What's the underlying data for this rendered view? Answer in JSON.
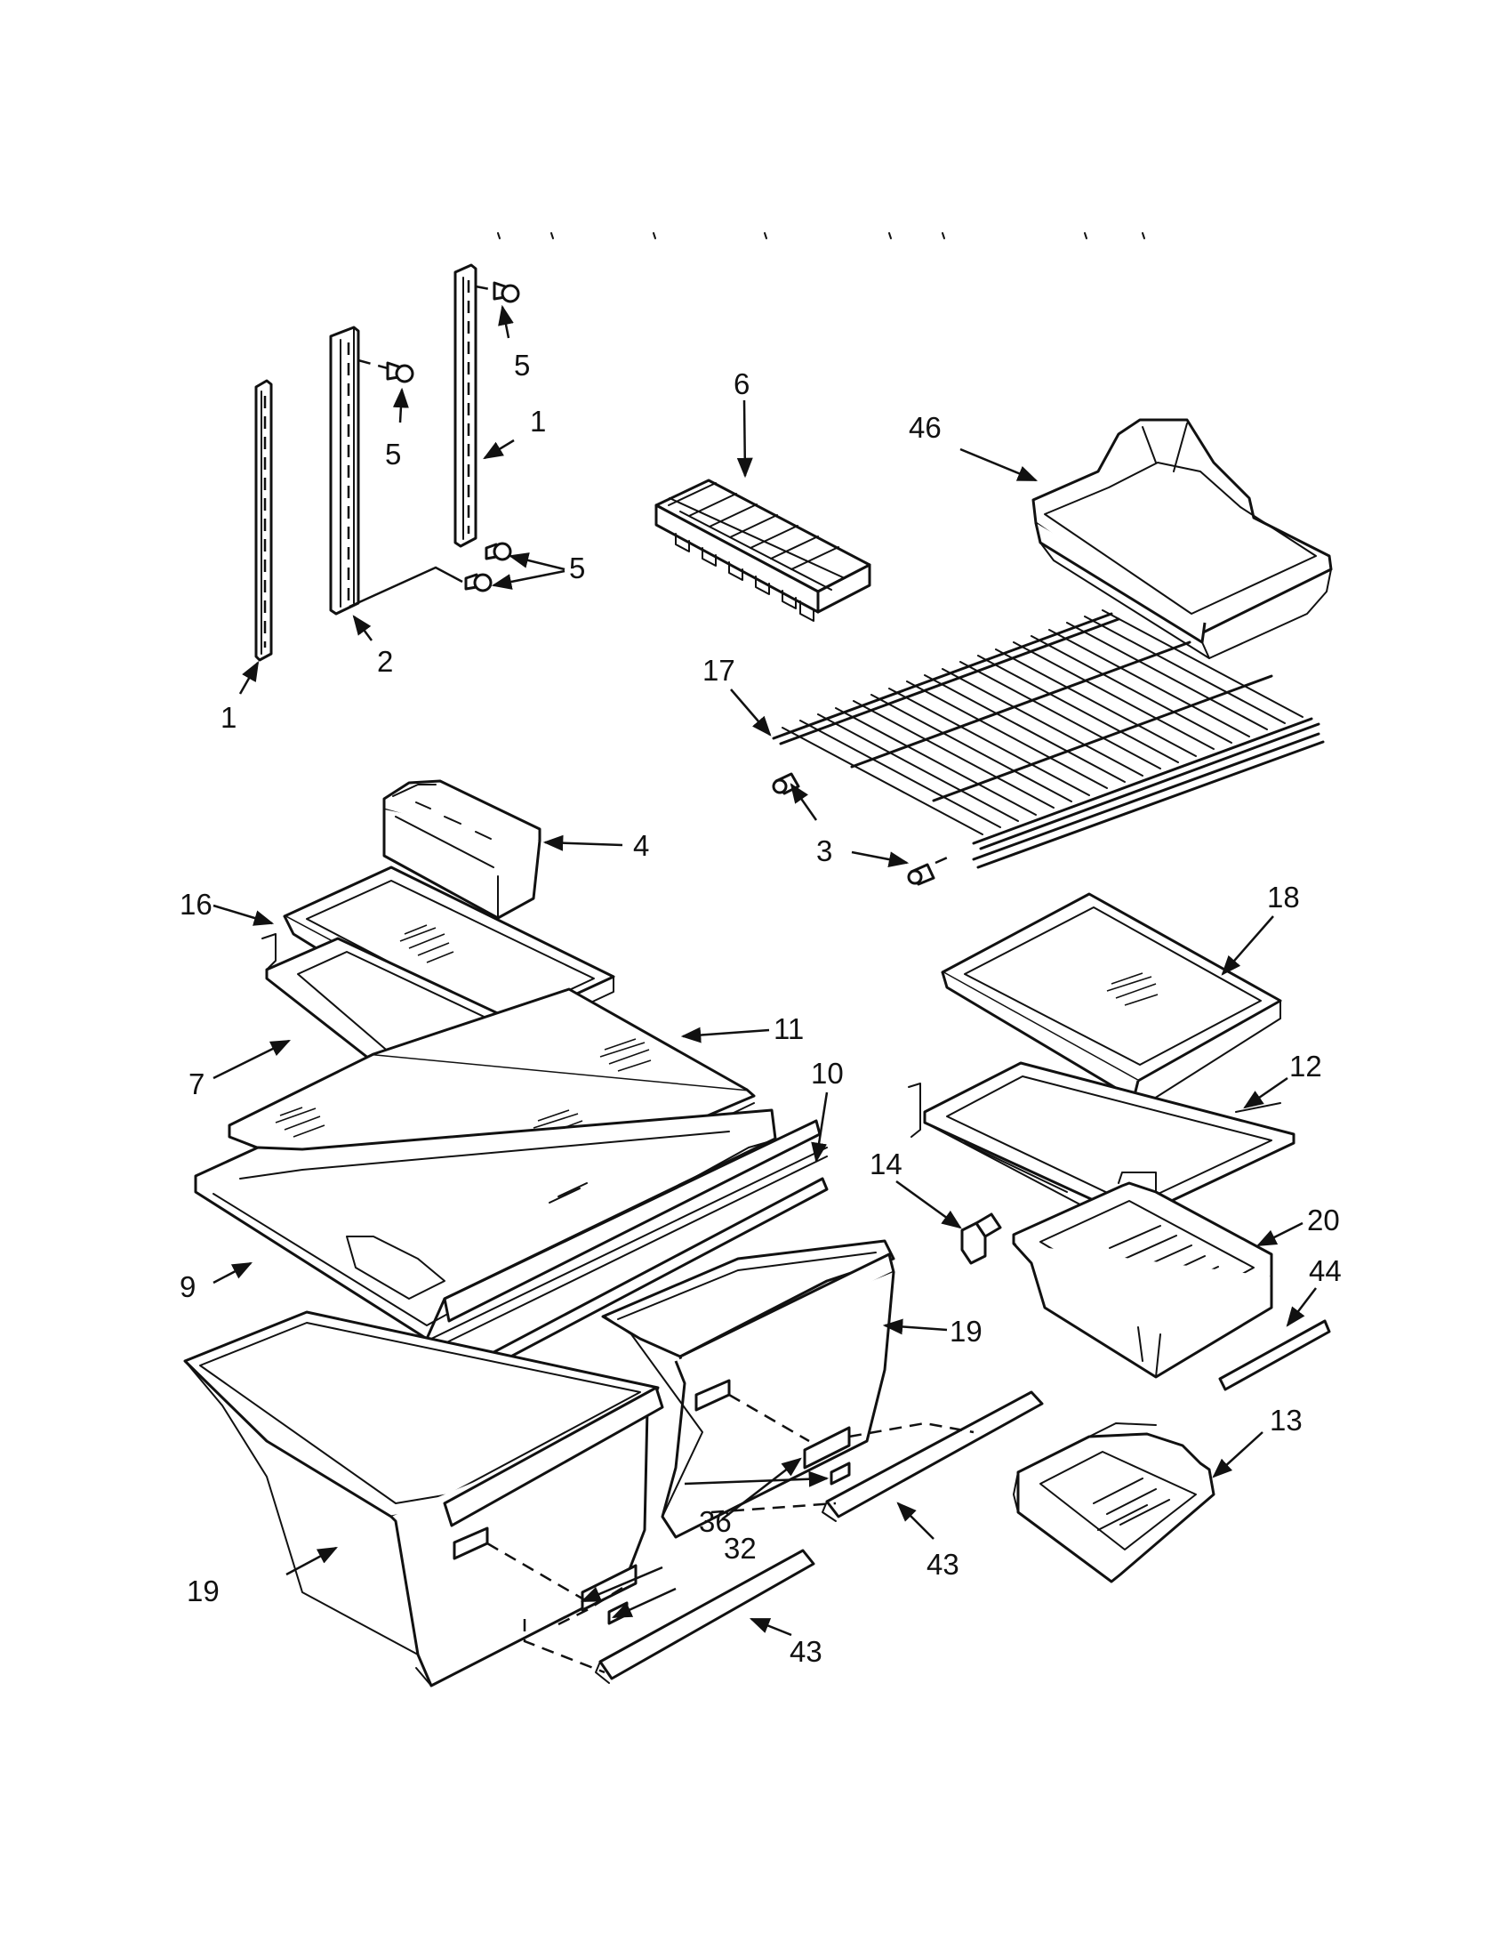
{
  "callouts": {
    "c1_top": "1",
    "c1_bottom": "1",
    "c2": "2",
    "c3": "3",
    "c4": "4",
    "c5_top": "5",
    "c5_mid": "5",
    "c5_low": "5",
    "c6": "6",
    "c7": "7",
    "c9": "9",
    "c10": "10",
    "c11": "11",
    "c12": "12",
    "c13": "13",
    "c14": "14",
    "c16": "16",
    "c17": "17",
    "c18": "18",
    "c19_left": "19",
    "c19_right": "19",
    "c20": "20",
    "c32": "32",
    "c36": "36",
    "c43_right": "43",
    "c43_left": "43",
    "c44": "44",
    "c46": "46"
  }
}
